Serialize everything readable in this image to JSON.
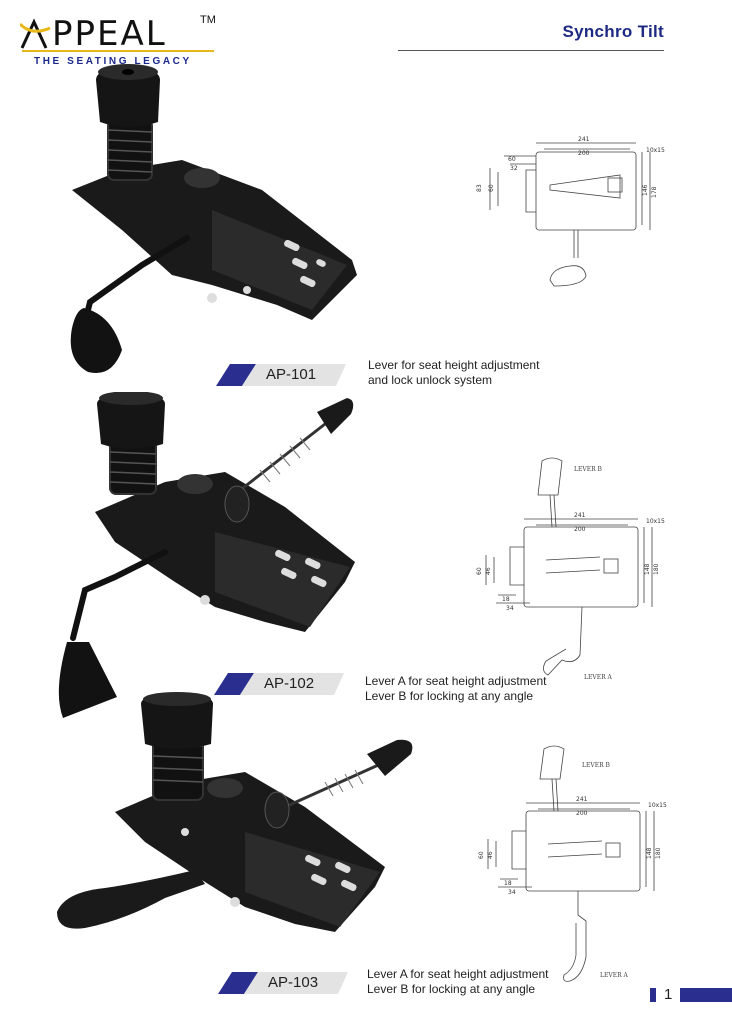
{
  "brand": {
    "name": "PPEAL",
    "trademark": "TM",
    "tagline": "THE SEATING LEGACY",
    "accent_color": "#e8b81b",
    "brand_color": "#1e2a83"
  },
  "header": {
    "title": "Synchro Tilt"
  },
  "products": [
    {
      "code": "AP-101",
      "description_lines": [
        "Lever for seat height adjustment",
        "and lock unlock system"
      ],
      "drawing": {
        "dims": [
          "241",
          "200",
          "10x15",
          "60",
          "32",
          "83",
          "60",
          "146",
          "178"
        ]
      }
    },
    {
      "code": "AP-102",
      "description_lines": [
        "Lever A for seat height adjustment",
        "Lever B for locking at any angle"
      ],
      "drawing": {
        "lever_b": "LEVER B",
        "lever_a": "LEVER A",
        "dims": [
          "241",
          "200",
          "10x15",
          "60",
          "46",
          "18",
          "34",
          "148",
          "180"
        ]
      }
    },
    {
      "code": "AP-103",
      "description_lines": [
        "Lever A for seat height adjustment",
        "Lever B for locking at any angle"
      ],
      "drawing": {
        "lever_b": "LEVER B",
        "lever_a": "LEVER A",
        "dims": [
          "241",
          "200",
          "10x15",
          "60",
          "46",
          "18",
          "34",
          "148",
          "180"
        ]
      }
    }
  ],
  "footer": {
    "page_number": "1"
  }
}
